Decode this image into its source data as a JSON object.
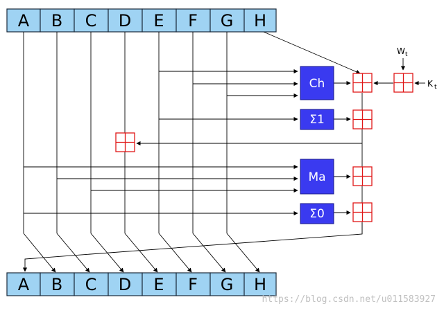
{
  "registers_top": [
    "A",
    "B",
    "C",
    "D",
    "E",
    "F",
    "G",
    "H"
  ],
  "registers_bottom": [
    "A",
    "B",
    "C",
    "D",
    "E",
    "F",
    "G",
    "H"
  ],
  "functions": {
    "ch": "Ch",
    "sigma1": "Σ1",
    "ma": "Ma",
    "sigma0": "Σ0"
  },
  "inputs": {
    "w": {
      "base": "W",
      "sub": "t"
    },
    "k": {
      "base": "K",
      "sub": "t"
    }
  },
  "watermark": "https://blog.csdn.net/u011583927",
  "colors": {
    "register_fill": "#9fd3f3",
    "function_fill": "#3a3af0",
    "adder_stroke": "#e01818"
  }
}
